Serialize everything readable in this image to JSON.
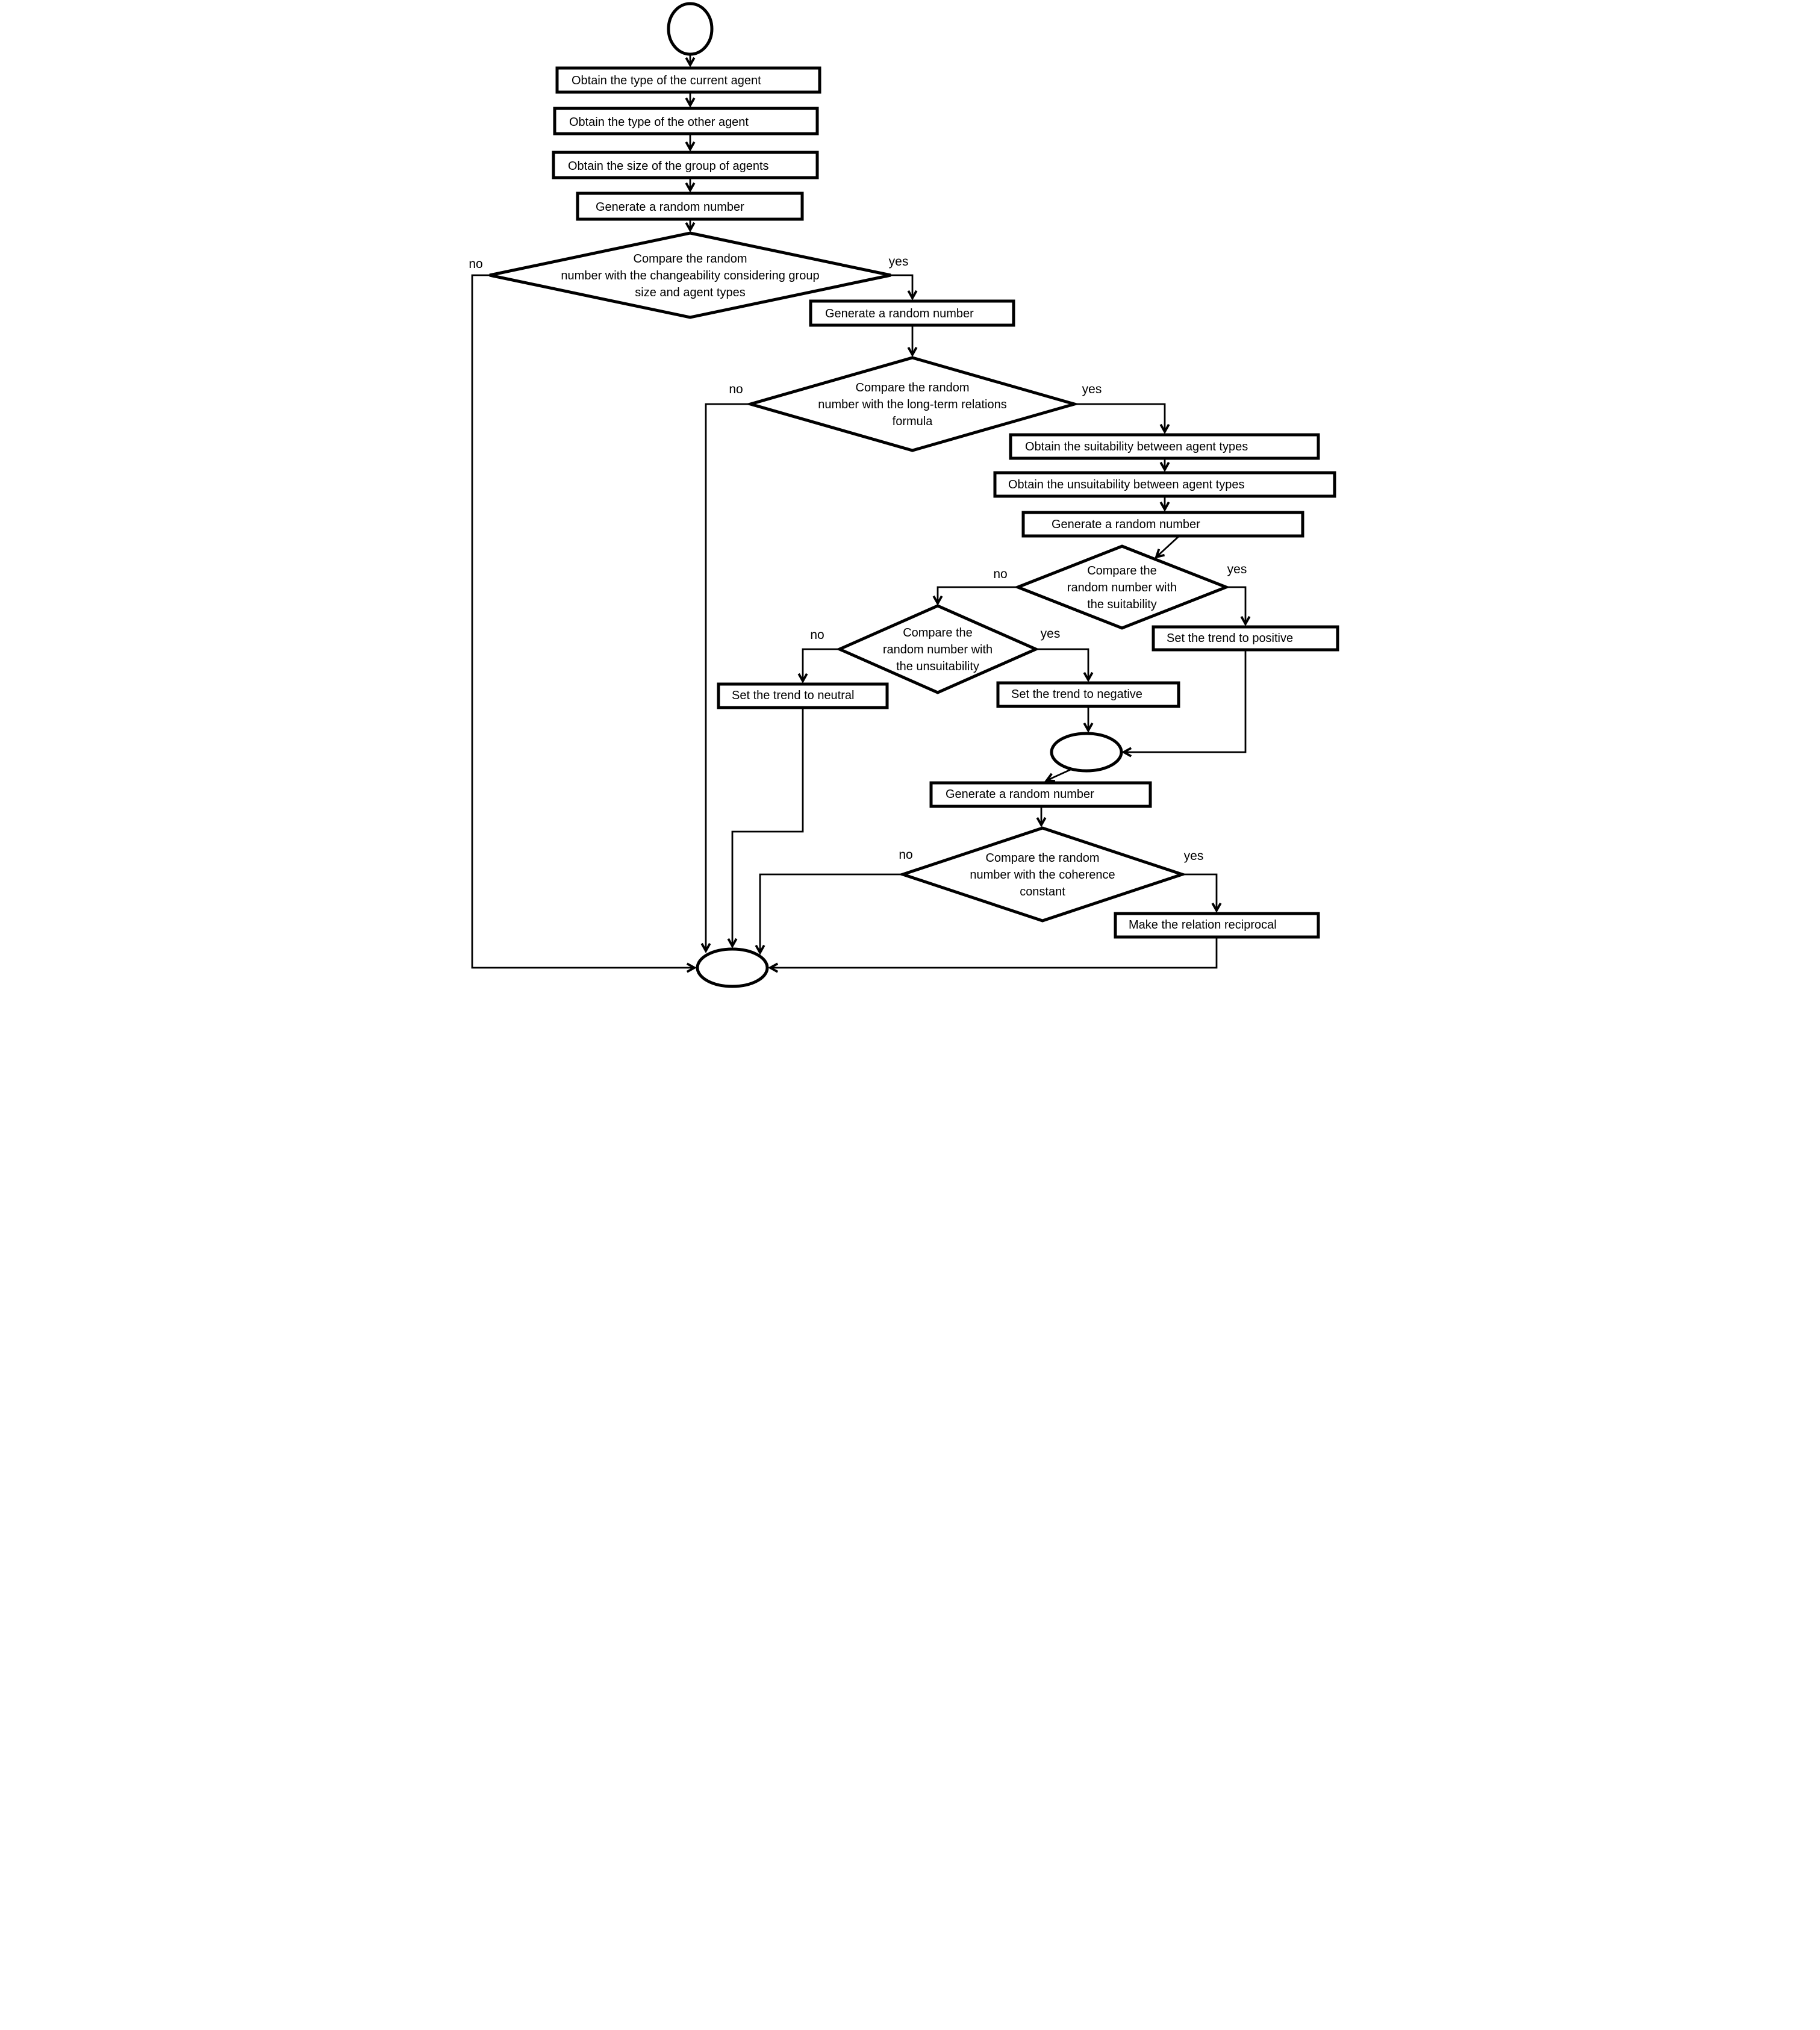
{
  "flowchart": {
    "colors": {
      "stroke": "#000000",
      "background": "#ffffff"
    },
    "nodes": {
      "start": {
        "type": "start-terminator"
      },
      "p1": {
        "label": "Obtain the type of the current agent"
      },
      "p2": {
        "label": "Obtain the type of the other agent"
      },
      "p3": {
        "label": "Obtain the size of the group of agents"
      },
      "p4": {
        "label": "Generate a random number"
      },
      "d1": {
        "lines": [
          "Compare the random",
          "number with the changeability considering group",
          "size and agent types"
        ],
        "no": "no",
        "yes": "yes"
      },
      "p5": {
        "label": "Generate a random number"
      },
      "d2": {
        "lines": [
          "Compare the random",
          "number with the long-term relations",
          "formula"
        ],
        "no": "no",
        "yes": "yes"
      },
      "p6": {
        "label": "Obtain the suitability between agent types"
      },
      "p7": {
        "label": "Obtain the unsuitability between agent types"
      },
      "p8": {
        "label": "Generate a random number"
      },
      "d3": {
        "lines": [
          "Compare the",
          "random number with",
          "the suitability"
        ],
        "no": "no",
        "yes": "yes"
      },
      "p9": {
        "label": "Set the trend to positive"
      },
      "d4": {
        "lines": [
          "Compare the",
          "random number with",
          "the unsuitability"
        ],
        "no": "no",
        "yes": "yes"
      },
      "p10": {
        "label": "Set the trend to neutral"
      },
      "p11": {
        "label": "Set the trend to negative"
      },
      "join": {
        "type": "connector"
      },
      "p12": {
        "label": "Generate a random number"
      },
      "d5": {
        "lines": [
          "Compare the random",
          "number with the coherence",
          "constant"
        ],
        "no": "no",
        "yes": "yes"
      },
      "p13": {
        "label": "Make the relation reciprocal"
      },
      "end": {
        "type": "end-terminator"
      }
    }
  }
}
